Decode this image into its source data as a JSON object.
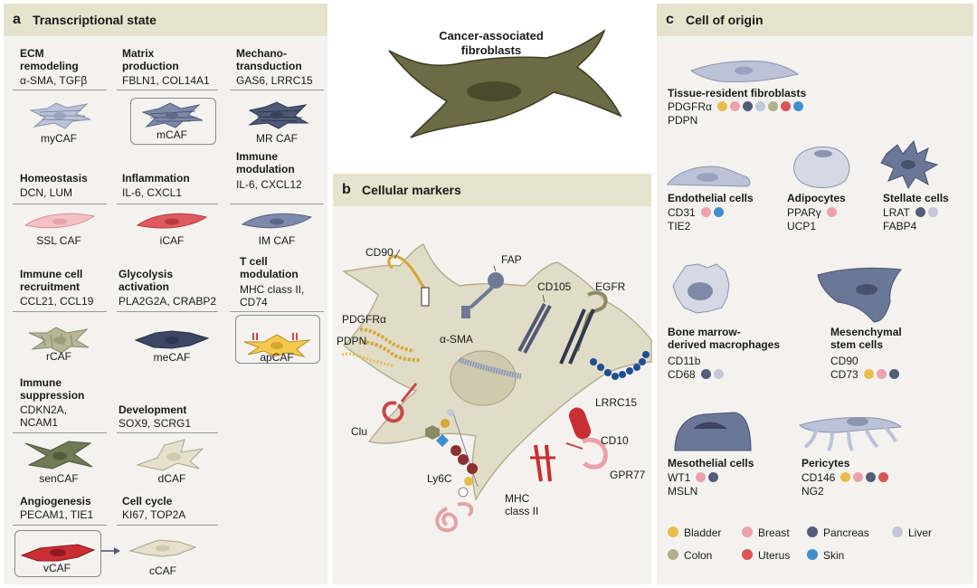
{
  "central": {
    "title": "Cancer-associated fibroblasts"
  },
  "colors": {
    "Bladder": "#e8bd4a",
    "Breast": "#eca2ad",
    "Pancreas": "#515d79",
    "Liver": "#c2c8d8",
    "Colon": "#b3b18c",
    "Uterus": "#dd5456",
    "Skin": "#3f8fcc"
  },
  "panel_a": {
    "letter": "a",
    "title": "Transcriptional state",
    "groups": [
      {
        "heading": "ECM\nremodeling",
        "markers": "α-SMA, TGFβ",
        "caf": "myCAF"
      },
      {
        "heading": "Matrix\nproduction",
        "markers": "FBLN1, COL14A1",
        "caf": "mCAF"
      },
      {
        "heading": "Mechano-\ntransduction",
        "markers": "GAS6, LRRC15",
        "caf": "MR CAF"
      },
      {
        "heading": "Homeostasis",
        "markers": "DCN, LUM",
        "caf": "SSL CAF"
      },
      {
        "heading": "Inflammation",
        "markers": "IL-6, CXCL1",
        "caf": "iCAF"
      },
      {
        "heading": "Immune\nmodulation",
        "markers": "IL-6, CXCL12",
        "caf": "IM CAF"
      },
      {
        "heading": "Immune cell\nrecruitment",
        "markers": "CCL21, CCL19",
        "caf": "rCAF"
      },
      {
        "heading": "Glycolysis\nactivation",
        "markers": "PLA2G2A, CRABP2",
        "caf": "meCAF"
      },
      {
        "heading": "T cell\nmodulation",
        "markers": "MHC class II,\nCD74",
        "caf": "apCAF"
      },
      {
        "heading": "Immune\nsuppression",
        "markers": "CDKN2A,\nNCAM1",
        "caf": "senCAF"
      },
      {
        "heading": "Development",
        "markers": "SOX9, SCRG1",
        "caf": "dCAF"
      },
      {
        "heading": "Angiogenesis",
        "markers": "PECAM1, TIE1",
        "caf": "vCAF"
      },
      {
        "heading": "Cell cycle",
        "markers": "KI67, TOP2A",
        "caf": "cCAF"
      }
    ]
  },
  "panel_b": {
    "letter": "b",
    "title": "Cellular markers",
    "markers": [
      "CD90",
      "FAP",
      "CD105",
      "EGFR",
      "PDGFRα",
      "PDPN",
      "α-SMA",
      "LRRC15",
      "Clu",
      "CD10",
      "GPR77",
      "Ly6C",
      "MHC\nclass II"
    ]
  },
  "panel_c": {
    "letter": "c",
    "title": "Cell of origin",
    "cells": [
      {
        "name": "Tissue-resident fibroblasts",
        "markers": [
          {
            "label": "PDGFRα",
            "dots": [
              "Bladder",
              "Breast",
              "Pancreas",
              "Liver",
              "Colon",
              "Uterus",
              "Skin"
            ]
          },
          {
            "label": "PDPN",
            "dots": []
          }
        ]
      },
      {
        "name": "Endothelial cells",
        "markers": [
          {
            "label": "CD31",
            "dots": [
              "Breast",
              "Skin"
            ]
          },
          {
            "label": "TIE2",
            "dots": []
          }
        ]
      },
      {
        "name": "Adipocytes",
        "markers": [
          {
            "label": "PPARγ",
            "dots": [
              "Breast"
            ]
          },
          {
            "label": "UCP1",
            "dots": []
          }
        ]
      },
      {
        "name": "Stellate cells",
        "markers": [
          {
            "label": "LRAT",
            "dots": [
              "Pancreas",
              "Liver"
            ]
          },
          {
            "label": "FABP4",
            "dots": []
          }
        ]
      },
      {
        "name": "Bone marrow-\nderived macrophages",
        "markers": [
          {
            "label": "CD11b",
            "dots": []
          },
          {
            "label": "CD68",
            "dots": [
              "Pancreas",
              "Liver"
            ]
          }
        ]
      },
      {
        "name": "Mesenchymal\nstem cells",
        "markers": [
          {
            "label": "CD90",
            "dots": []
          },
          {
            "label": "CD73",
            "dots": [
              "Bladder",
              "Breast",
              "Pancreas"
            ]
          }
        ]
      },
      {
        "name": "Mesothelial cells",
        "markers": [
          {
            "label": "WT1",
            "dots": [
              "Breast",
              "Pancreas"
            ]
          },
          {
            "label": "MSLN",
            "dots": []
          }
        ]
      },
      {
        "name": "Pericytes",
        "markers": [
          {
            "label": "CD146",
            "dots": [
              "Bladder",
              "Breast",
              "Pancreas",
              "Uterus"
            ]
          },
          {
            "label": "NG2",
            "dots": []
          }
        ]
      }
    ],
    "legend": [
      "Bladder",
      "Breast",
      "Pancreas",
      "Liver",
      "Colon",
      "Uterus",
      "Skin"
    ]
  }
}
